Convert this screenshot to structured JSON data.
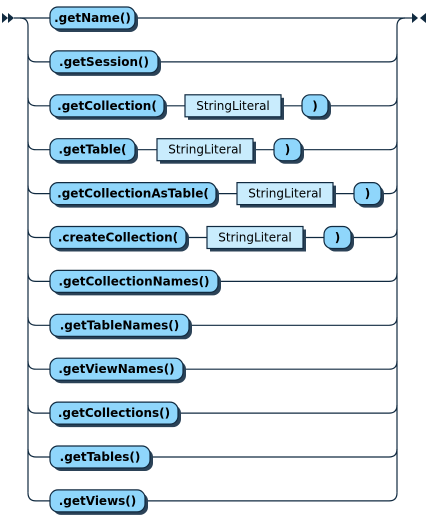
{
  "diagram": {
    "type": "railroad",
    "alternatives": [
      {
        "items": [
          {
            "kind": "terminal",
            "text": ".getName()"
          }
        ]
      },
      {
        "items": [
          {
            "kind": "terminal",
            "text": ".getSession()"
          }
        ]
      },
      {
        "items": [
          {
            "kind": "terminal",
            "text": ".getCollection("
          },
          {
            "kind": "nonterminal",
            "text": "StringLiteral"
          },
          {
            "kind": "terminal",
            "text": ")"
          }
        ]
      },
      {
        "items": [
          {
            "kind": "terminal",
            "text": ".getTable("
          },
          {
            "kind": "nonterminal",
            "text": "StringLiteral"
          },
          {
            "kind": "terminal",
            "text": ")"
          }
        ]
      },
      {
        "items": [
          {
            "kind": "terminal",
            "text": ".getCollectionAsTable("
          },
          {
            "kind": "nonterminal",
            "text": "StringLiteral"
          },
          {
            "kind": "terminal",
            "text": ")"
          }
        ]
      },
      {
        "items": [
          {
            "kind": "terminal",
            "text": ".createCollection("
          },
          {
            "kind": "nonterminal",
            "text": "StringLiteral"
          },
          {
            "kind": "terminal",
            "text": ")"
          }
        ]
      },
      {
        "items": [
          {
            "kind": "terminal",
            "text": ".getCollectionNames()"
          }
        ]
      },
      {
        "items": [
          {
            "kind": "terminal",
            "text": ".getTableNames()"
          }
        ]
      },
      {
        "items": [
          {
            "kind": "terminal",
            "text": ".getViewNames()"
          }
        ]
      },
      {
        "items": [
          {
            "kind": "terminal",
            "text": ".getCollections()"
          }
        ]
      },
      {
        "items": [
          {
            "kind": "terminal",
            "text": ".getTables()"
          }
        ]
      },
      {
        "items": [
          {
            "kind": "terminal",
            "text": ".getViews()"
          }
        ]
      }
    ]
  }
}
